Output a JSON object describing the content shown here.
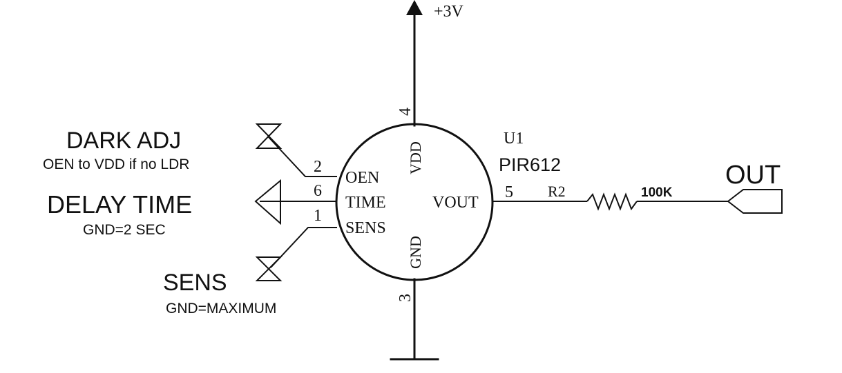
{
  "supply": {
    "label": "+3V"
  },
  "component": {
    "ref": "U1",
    "part": "PIR612",
    "internal_labels": {
      "vdd": "VDD",
      "gnd": "GND",
      "oen": "OEN",
      "time": "TIME",
      "sens": "SENS",
      "vout": "VOUT"
    }
  },
  "pins": {
    "vdd": "4",
    "gnd": "3",
    "oen": "2",
    "time": "6",
    "sens": "1",
    "vout": "5"
  },
  "resistor": {
    "ref": "R2",
    "value": "100K"
  },
  "output": {
    "label": "OUT"
  },
  "inputs": {
    "dark_adj": {
      "title": "DARK  ADJ",
      "note": "OEN to VDD if no LDR"
    },
    "delay_time": {
      "title": "DELAY  TIME",
      "note": "GND=2 SEC"
    },
    "sens": {
      "title": "SENS",
      "note": "GND=MAXIMUM"
    }
  }
}
